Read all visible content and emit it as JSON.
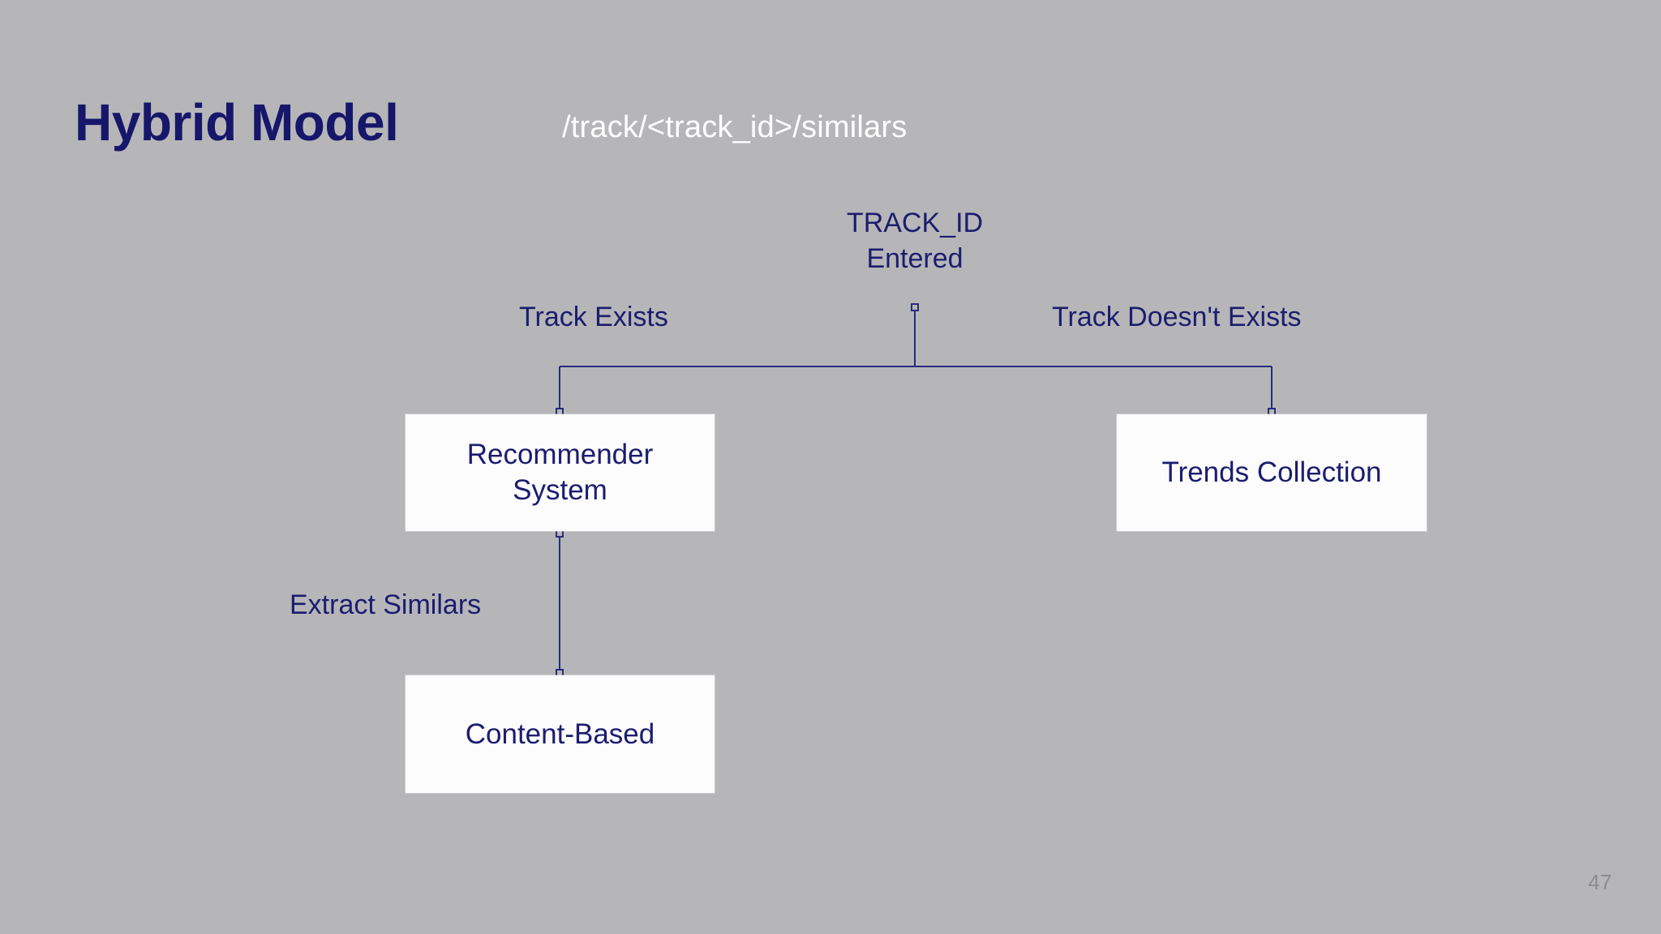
{
  "slide": {
    "background_color": "#b6b6b8",
    "accent_color": "#16166b",
    "line_color": "#2a2a7e",
    "box_fill": "#fcfcfd",
    "page_number": "47"
  },
  "header": {
    "title": "Hybrid Model",
    "endpoint": "/track/<track_id>/similars"
  },
  "diagram": {
    "root_label": "TRACK_ID\nEntered",
    "edge_labels": {
      "left_branch": "Track Exists",
      "right_branch": "Track Doesn't Exists",
      "recommender_to_content": "Extract Similars"
    },
    "nodes": [
      {
        "id": "recommender",
        "label": "Recommender\nSystem"
      },
      {
        "id": "trends",
        "label": "Trends Collection"
      },
      {
        "id": "content",
        "label": "Content-Based"
      }
    ]
  }
}
